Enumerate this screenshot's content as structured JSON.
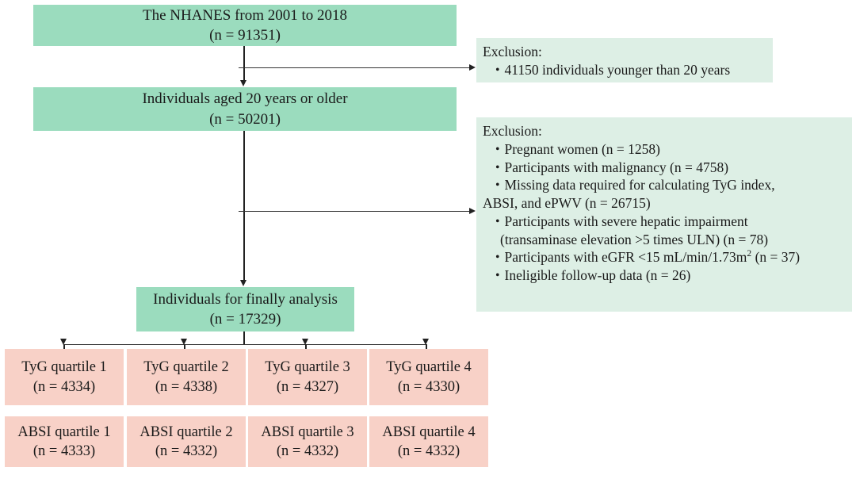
{
  "flowchart": {
    "title": "NHANES participant selection flow diagram",
    "colors": {
      "primary_box": "#9bdcbe",
      "exclusion_box": "#ddefe5",
      "quartile_box": "#f8d1c7",
      "connector": "#222222"
    },
    "nodes": {
      "source": {
        "label": "The NHANES from 2001 to 2018",
        "count": "(n = 91351)"
      },
      "age_filtered": {
        "label": "Individuals aged 20 years or older",
        "count": "(n = 50201)"
      },
      "final": {
        "label": "Individuals for finally analysis",
        "count": "(n = 17329)"
      }
    },
    "exclusions": [
      {
        "header": "Exclusion:",
        "items": [
          "・41150 individuals younger than 20 years"
        ]
      },
      {
        "header": "Exclusion:",
        "items": [
          "・Pregnant women (n = 1258)",
          "・Participants with malignancy (n = 4758)",
          "・Missing data required for calculating TyG index,",
          "ABSI, and ePWV (n = 26715)",
          "・Participants with severe hepatic impairment",
          "(transaminase elevation >5 times ULN) (n = 78)",
          "・Participants with eGFR <15 mL/min/1.73m2 (n = 37)",
          "・Ineligible follow-up data (n = 26)"
        ],
        "lines": {
          "l1": "・Pregnant women (n = 1258)",
          "l2": "・Participants with malignancy (n = 4758)",
          "l3": "・Missing data required for calculating TyG index,",
          "l4": "ABSI, and ePWV (n = 26715)",
          "l5": "・Participants with severe hepatic impairment",
          "l6": "(transaminase elevation >5 times ULN) (n = 78)",
          "l7_a": "・Participants with eGFR <15 mL/min/1.73m",
          "l7_sup": "2",
          "l7_b": " (n = 37)",
          "l8": "・Ineligible follow-up data (n = 26)"
        }
      }
    ],
    "tyg_quartiles": [
      {
        "label": "TyG quartile 1",
        "count": "(n = 4334)"
      },
      {
        "label": "TyG quartile 2",
        "count": "(n = 4338)"
      },
      {
        "label": "TyG quartile 3",
        "count": "(n = 4327)"
      },
      {
        "label": "TyG quartile 4",
        "count": "(n = 4330)"
      }
    ],
    "absi_quartiles": [
      {
        "label": "ABSI quartile 1",
        "count": "(n = 4333)"
      },
      {
        "label": "ABSI quartile 2",
        "count": "(n = 4332)"
      },
      {
        "label": "ABSI quartile 3",
        "count": "(n = 4332)"
      },
      {
        "label": "ABSI quartile 4",
        "count": "(n = 4332)"
      }
    ]
  }
}
